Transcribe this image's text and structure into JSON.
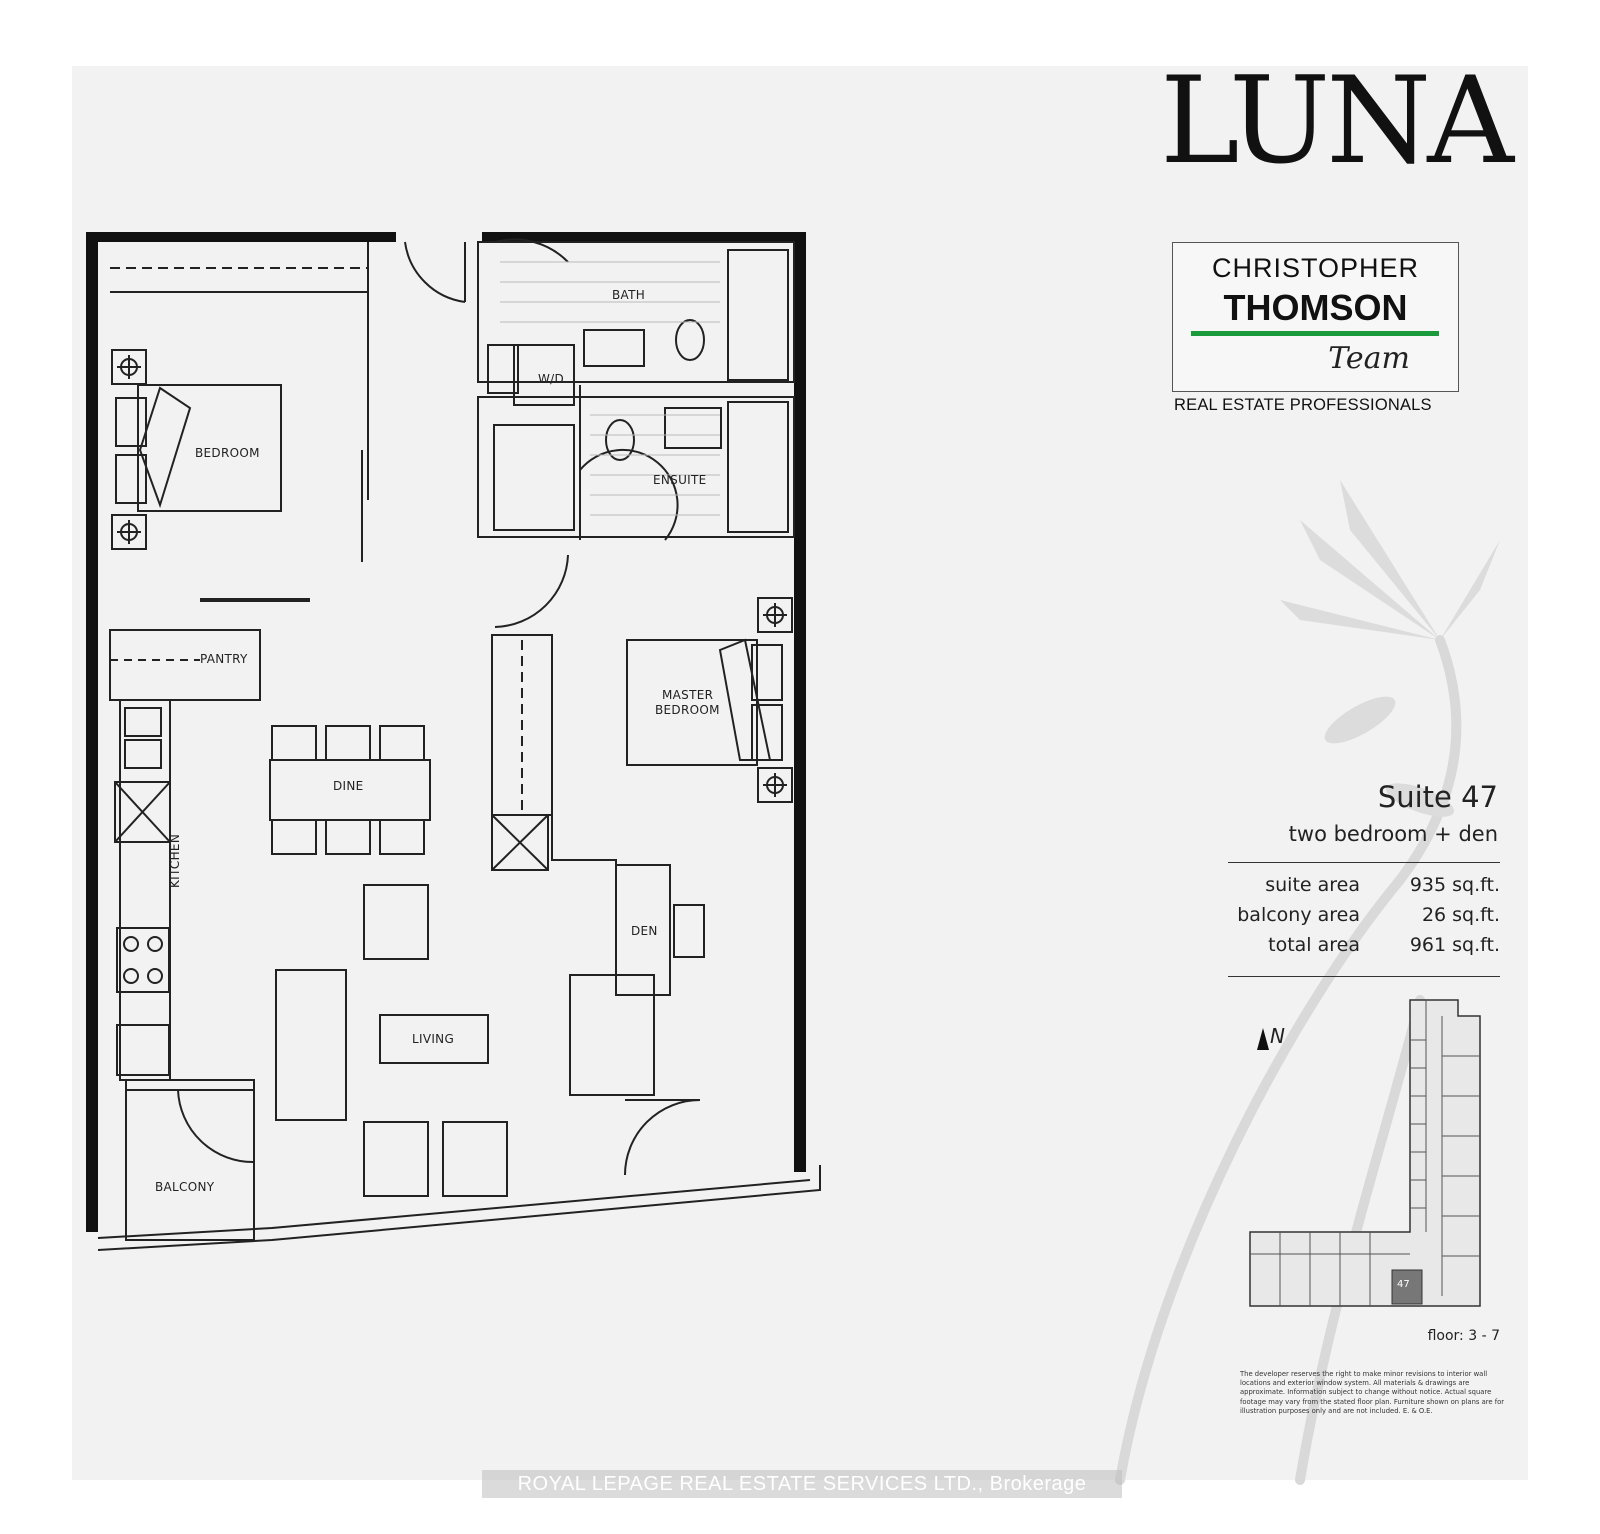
{
  "brand": {
    "logo": "LUNA",
    "team_line1": "CHRISTOPHER",
    "team_line2": "THOMSON",
    "team_line3": "Team",
    "tagline": "REAL ESTATE PROFESSIONALS",
    "accent_color": "#1a9a3a"
  },
  "rooms": {
    "bath": "BATH",
    "wd": "W/D",
    "bedroom": "BEDROOM",
    "ensuite": "ENSUITE",
    "pantry": "PANTRY",
    "master_line1": "MASTER",
    "master_line2": "BEDROOM",
    "dine": "DINE",
    "kitchen": "KITCHEN",
    "den": "DEN",
    "living": "LIVING",
    "balcony": "BALCONY"
  },
  "suite": {
    "title": "Suite 47",
    "type": "two bedroom + den",
    "areas": [
      {
        "label": "suite area",
        "value": "935 sq.ft."
      },
      {
        "label": "balcony area",
        "value": "26 sq.ft."
      },
      {
        "label": "total area",
        "value": "961 sq.ft."
      }
    ],
    "north": "N",
    "unit_tag": "47",
    "floor": "floor: 3 - 7",
    "disclaimer": "The developer reserves the right to make minor revisions to interior wall locations and exterior window system. All materials & drawings are approximate. Information subject to change without notice. Actual square footage may vary from the stated floor plan. Furniture shown on plans are for illustration purposes only and are not included. E. & O.E."
  },
  "watermark": "ROYAL LEPAGE REAL ESTATE SERVICES LTD., Brokerage"
}
